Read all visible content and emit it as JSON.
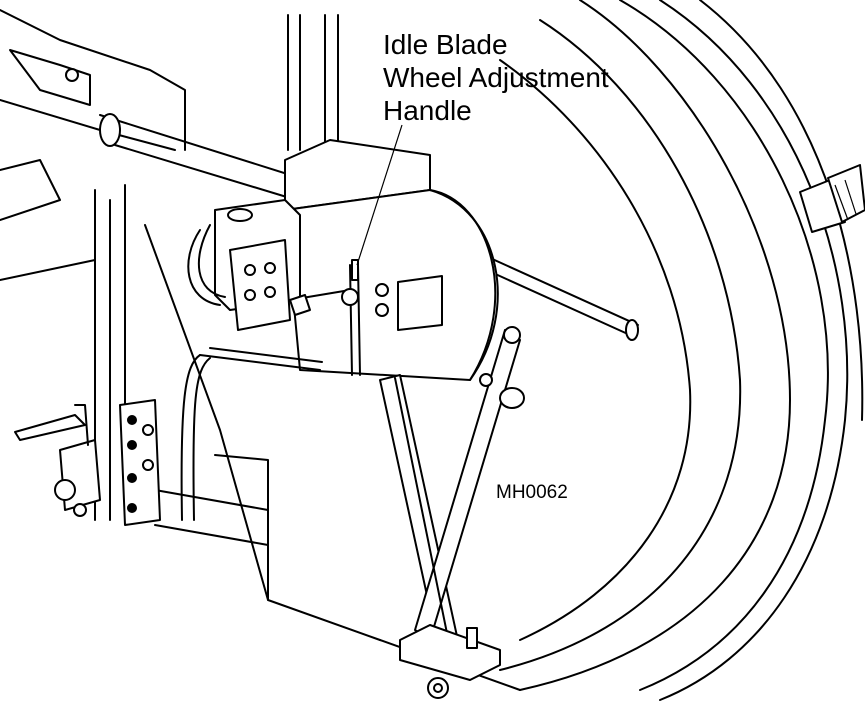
{
  "callout": {
    "lines": [
      "Idle Blade",
      "Wheel Adjustment",
      "Handle"
    ]
  },
  "figure_id": "MH0062"
}
